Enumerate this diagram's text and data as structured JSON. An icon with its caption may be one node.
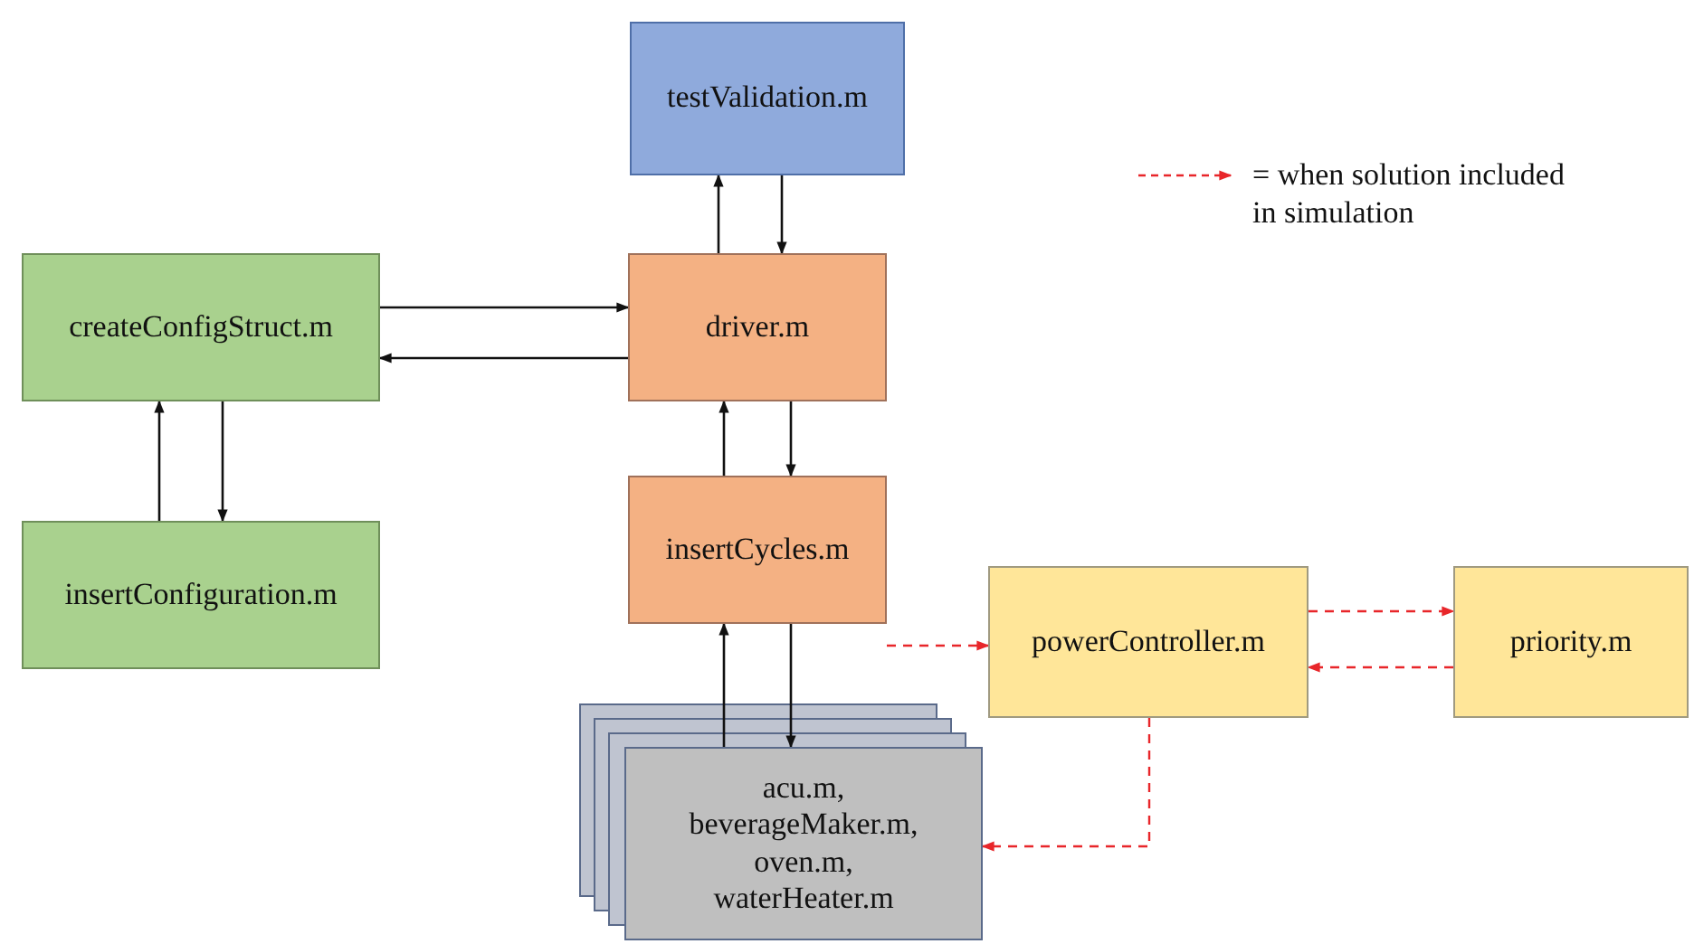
{
  "diagram": {
    "nodes": [
      {
        "text": [
          "testValidation.m"
        ]
      },
      {
        "text": [
          "createConfigStruct.m"
        ]
      },
      {
        "text": [
          "driver.m"
        ]
      },
      {
        "text": [
          "insertConfiguration.m"
        ]
      },
      {
        "text": [
          "insertCycles.m"
        ]
      },
      {
        "text": [
          "powerController.m"
        ]
      },
      {
        "text": [
          "priority.m"
        ]
      },
      {
        "text": [
          "acu.m, beverageMaker.m, oven.m, waterHeater.m"
        ]
      }
    ],
    "edges": [
      {
        "from": 2,
        "to": 0,
        "arrow": "to"
      },
      {
        "from": 0,
        "to": 2,
        "arrow": "to"
      },
      {
        "from": 1,
        "to": 2,
        "arrow": "to"
      },
      {
        "from": 2,
        "to": 1,
        "arrow": "to"
      },
      {
        "from": 3,
        "to": 1,
        "arrow": "to"
      },
      {
        "from": 1,
        "to": 3,
        "arrow": "to"
      },
      {
        "from": 4,
        "to": 2,
        "arrow": "to"
      },
      {
        "from": 2,
        "to": 4,
        "arrow": "to"
      },
      {
        "from": 7,
        "to": 4,
        "arrow": "to"
      },
      {
        "from": 4,
        "to": 7,
        "arrow": "to"
      },
      {
        "from": 4,
        "to": 5,
        "arrow": "to",
        "style": "dashed",
        "color": "#e8262a"
      },
      {
        "from": 5,
        "to": 6,
        "arrow": "to",
        "style": "dashed",
        "color": "#e8262a"
      },
      {
        "from": 6,
        "to": 5,
        "arrow": "to",
        "style": "dashed",
        "color": "#e8262a"
      },
      {
        "from": 5,
        "to": 7,
        "arrow": "to",
        "style": "dashed",
        "color": "#e8262a"
      }
    ],
    "legend": [
      {
        "text": "= when solution included in simulation"
      }
    ]
  }
}
